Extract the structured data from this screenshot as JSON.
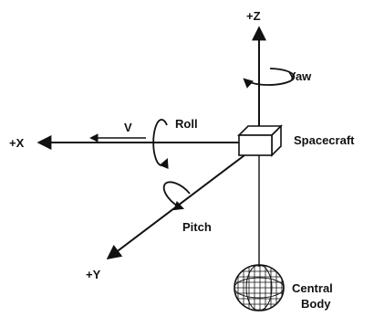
{
  "labels": {
    "plus_z": "+Z",
    "yaw": "Yaw",
    "plus_x": "+X",
    "v": "V",
    "roll": "Roll",
    "spacecraft": "Spacecraft",
    "pitch": "Pitch",
    "plus_y": "+Y",
    "central_line1": "Central",
    "central_line2": "Body"
  },
  "colors": {
    "ink": "#111111",
    "background": "#ffffff"
  }
}
